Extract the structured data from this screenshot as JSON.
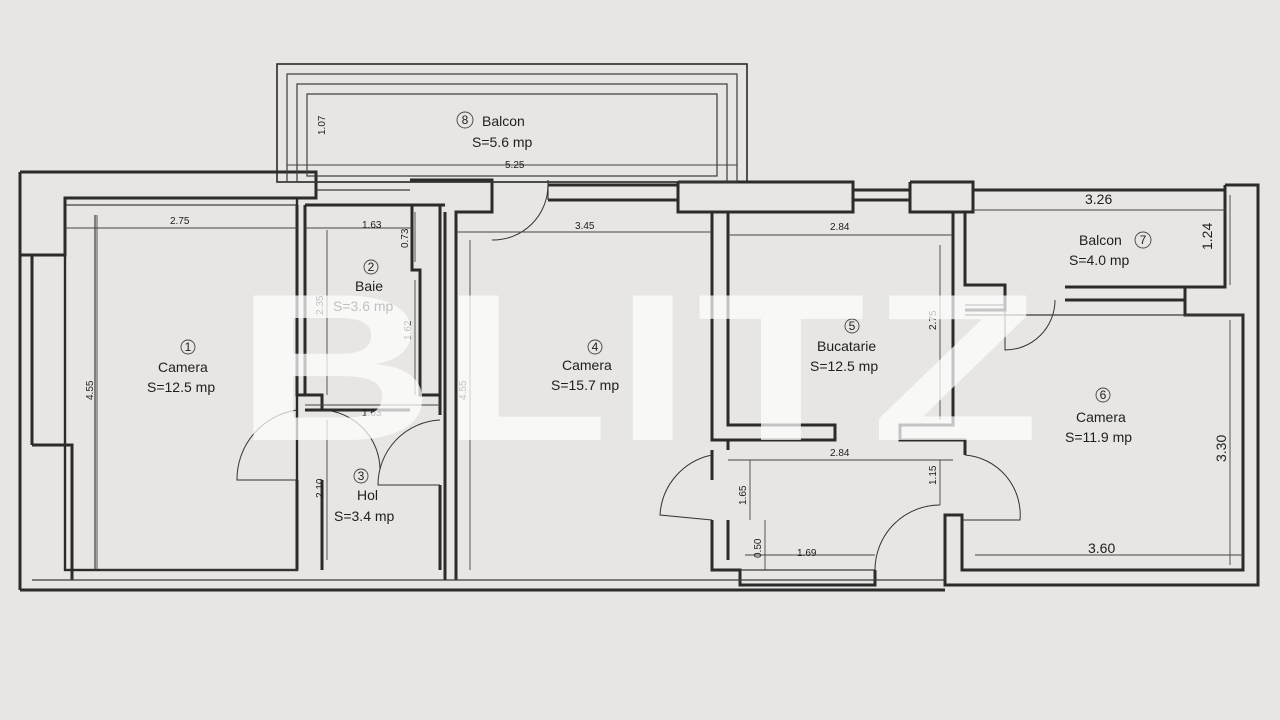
{
  "watermark": "BLITZ",
  "rooms": [
    {
      "number": "1",
      "name": "Camera",
      "area": "S=12.5 mp"
    },
    {
      "number": "2",
      "name": "Baie",
      "area": "S=3.6 mp"
    },
    {
      "number": "3",
      "name": "Hol",
      "area": "S=3.4 mp"
    },
    {
      "number": "4",
      "name": "Camera",
      "area": "S=15.7 mp"
    },
    {
      "number": "5",
      "name": "Bucatarie",
      "area": "S=12.5 mp"
    },
    {
      "number": "6",
      "name": "Camera",
      "area": "S=11.9 mp"
    },
    {
      "number": "7",
      "name": "Balcon",
      "area": "S=4.0 mp"
    },
    {
      "number": "8",
      "name": "Balcon",
      "area": "S=5.6 mp"
    }
  ],
  "dimensions": {
    "balcon8_width": "5.25",
    "balcon8_depth": "1.07",
    "camera1_width": "2.75",
    "camera1_length": "4.55",
    "baie_width": "1.63",
    "baie_depth_top": "0.73",
    "baie_length": "2.35",
    "baie_inner": "1.62",
    "hol_width": "1.63",
    "hol_length": "2.10",
    "camera4_width": "3.45",
    "camera4_length": "4.55",
    "bucatarie_width": "2.84",
    "bucatarie_length": "2.75",
    "hall_width": "2.84",
    "hall_left": "1.65",
    "hall_right": "1.15",
    "hall_small": "0.50",
    "hall_bottom": "1.69",
    "balcon7_width": "3.26",
    "balcon7_depth": "1.24",
    "camera6_length": "3.30",
    "camera6_width": "3.60"
  }
}
